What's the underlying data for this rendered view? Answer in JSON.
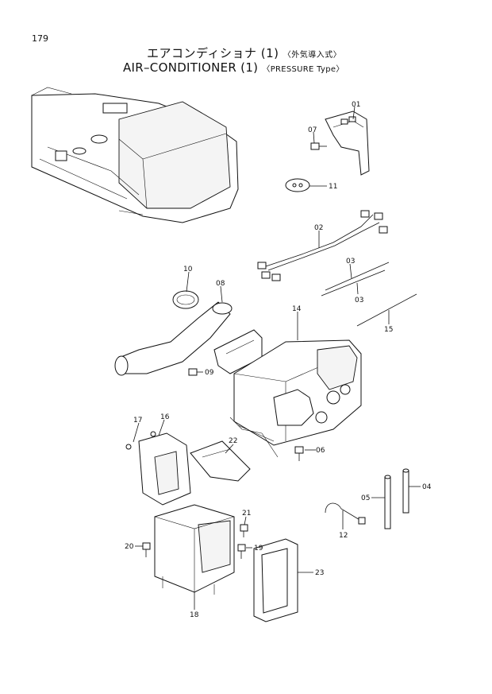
{
  "page_number": "179",
  "title": {
    "jp_main": "エアコンディショナ (1)",
    "jp_sub": "〈外気導入式〉",
    "en_main": "AIR–CONDITIONER (1)",
    "en_sub": "〈PRESSURE Type〉"
  },
  "callouts": {
    "c01": "01",
    "c02": "02",
    "c03a": "03",
    "c03b": "03",
    "c04": "04",
    "c05": "05",
    "c06": "06",
    "c07": "07",
    "c08": "08",
    "c09": "09",
    "c10": "10",
    "c11": "11",
    "c12": "12",
    "c14": "14",
    "c15": "15",
    "c16": "16",
    "c17": "17",
    "c18": "18",
    "c19": "19",
    "c20": "20",
    "c21": "21",
    "c22": "22",
    "c23": "23"
  }
}
